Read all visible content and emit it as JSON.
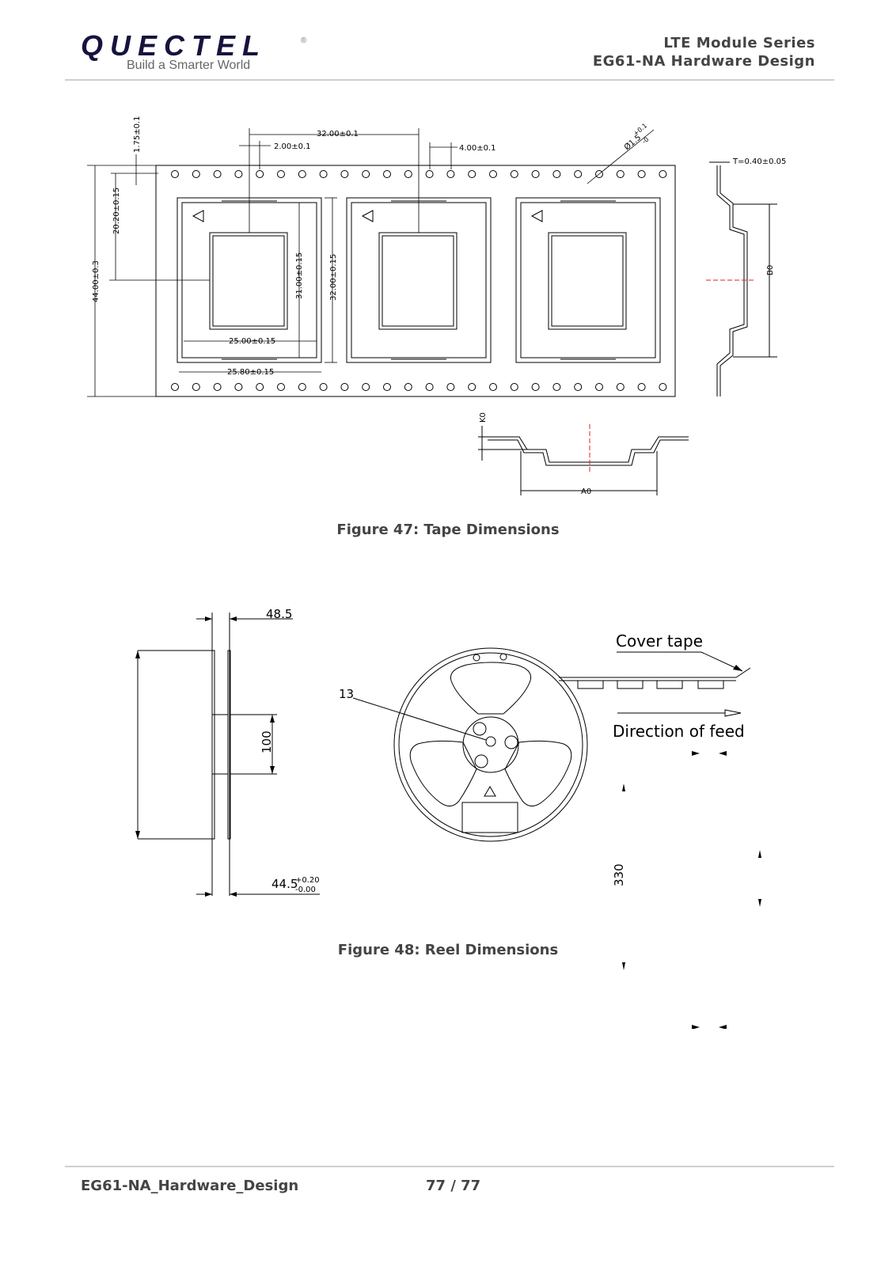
{
  "header": {
    "logo_text": "QUECTEL",
    "logo_mark": "®",
    "tagline": "Build a Smarter World",
    "series": "LTE  Module  Series",
    "doc_title": "EG61-NA  Hardware  Design"
  },
  "figure47": {
    "caption": "Figure 47: Tape Dimensions",
    "dims": {
      "pitch": "32.00±0.1",
      "hole_offset": "2.00±0.1",
      "hole_pitch": "4.00±0.1",
      "hole_dia": "Ø1.5",
      "hole_dia_tol_top": "+0.1",
      "hole_dia_tol_bot": "-0",
      "thickness": "T=0.40±0.05",
      "edge": "1.75±0.1",
      "center": "20.20±0.15",
      "width": "44.00±0.3",
      "cavity_a": "25.00±0.15",
      "cavity_b": "25.80±0.15",
      "cavity_h1": "31.00±0.15",
      "cavity_h2": "32.00±0.15",
      "b0": "B0",
      "k0": "K0",
      "a0": "A0"
    }
  },
  "figure48": {
    "caption": "Figure 48: Reel Dimensions",
    "dims": {
      "w1": "48.5",
      "hub": "100",
      "w2": "44.5",
      "w2_tol_top": "+0.20",
      "w2_tol_bot": "-0.00",
      "bore": "13",
      "diameter": "330"
    },
    "labels": {
      "cover_tape": "Cover tape",
      "direction": "Direction of feed"
    }
  },
  "footer": {
    "doc_name": "EG61-NA_Hardware_Design",
    "page": "77 / 77"
  },
  "colors": {
    "logo": "#16133e",
    "header_text": "#444444",
    "rule": "#cfcfcf",
    "centerline": "#e0201e"
  }
}
